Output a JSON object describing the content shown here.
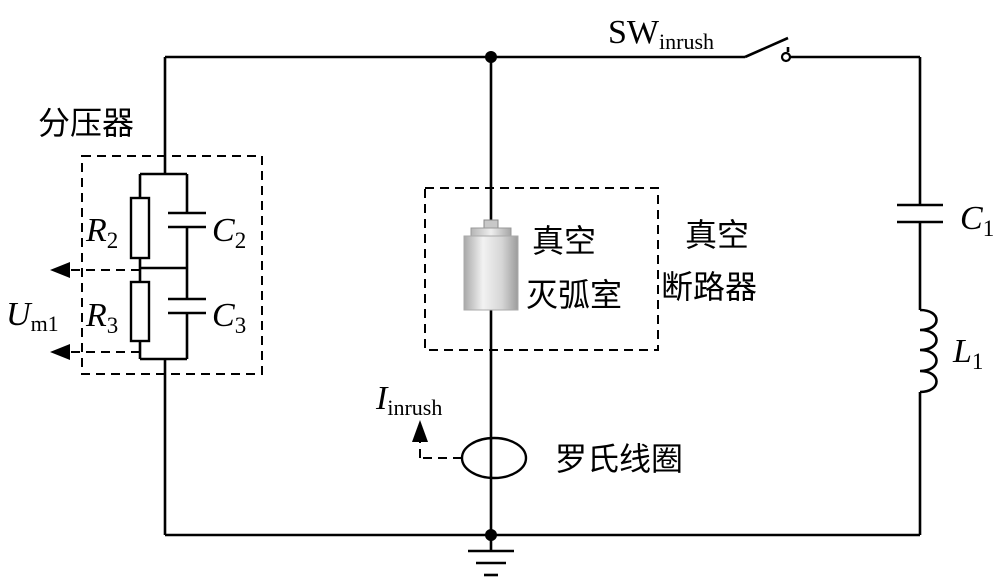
{
  "labels": {
    "switch_name": "SW",
    "switch_sub": "inrush",
    "divider_title": "分压器",
    "r2": "R",
    "r2_sub": "2",
    "c2": "C",
    "c2_sub": "2",
    "r3": "R",
    "r3_sub": "3",
    "c3": "C",
    "c3_sub": "3",
    "um": "U",
    "um_sub": "m1",
    "chamber_line1": "真空",
    "chamber_line2": "灭弧室",
    "breaker_line1": "真空",
    "breaker_line2": "断路器",
    "c1": "C",
    "c1_sub": "1",
    "l1": "L",
    "l1_sub": "1",
    "current": "I",
    "current_sub": "inrush",
    "rogowski": "罗氏线圈"
  },
  "colors": {
    "line": "#000000",
    "interrupter_body": "#d2d2d2"
  },
  "icons": [
    "switch-icon",
    "resistor-icon",
    "capacitor-icon",
    "inductor-icon",
    "ground-icon",
    "rogowski-coil-icon",
    "vacuum-interrupter-icon",
    "arrow-icon"
  ]
}
